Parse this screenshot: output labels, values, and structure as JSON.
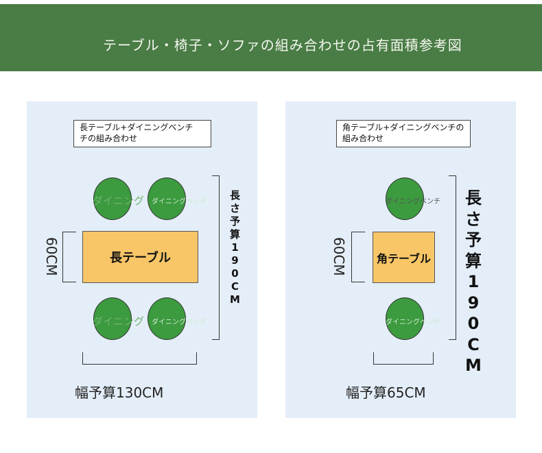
{
  "header": {
    "title": "テーブル・椅子・ソファの組み合わせの占有面積参考図"
  },
  "left": {
    "caption": [
      "長テーブル+ダイニングベンチ",
      "チの組み合わせ"
    ],
    "chair_faint": "ダイニング",
    "chair_label": "ダイニングベンチ",
    "table": "長テーブル",
    "length_chars": [
      "長",
      "さ",
      "予",
      "算",
      "1",
      "9",
      "0",
      "C",
      "M"
    ],
    "depth": "60CM",
    "width": "幅予算130CM"
  },
  "right": {
    "caption": [
      "角テーブル+ダイニングベンチの",
      "組み合わせ"
    ],
    "chair_label": "ダイニングベンチ",
    "table": "角テーブル",
    "length_chars": [
      "長",
      "さ",
      "予",
      "算",
      "1",
      "9",
      "0",
      "C",
      "M"
    ],
    "depth": "60CM",
    "width": "幅予算65CM"
  },
  "colors": {
    "banner": "#4a7c45",
    "panel": "#e4eef8",
    "chair": "#3c9a3f",
    "table": "#f8c667"
  }
}
